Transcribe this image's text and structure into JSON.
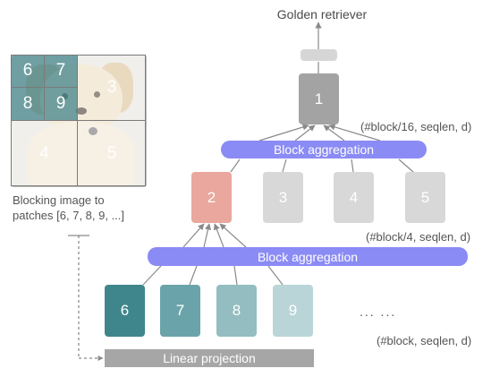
{
  "title": "Golden retriever",
  "image_panel": {
    "grid_labels": [
      "6",
      "7",
      "8",
      "9",
      "3",
      "4",
      "5"
    ],
    "caption_line1": "Blocking image to",
    "caption_line2": "patches [6, 7, 8, 9, ...]"
  },
  "top_block": {
    "label": "1",
    "shape_note": "(#block/16, seqlen, d)"
  },
  "aggregation_upper": {
    "label": "Block aggregation"
  },
  "mid_blocks": {
    "labels": [
      "2",
      "3",
      "4",
      "5"
    ],
    "shape_note": "(#block/4, seqlen, d)"
  },
  "aggregation_lower": {
    "label": "Block aggregation"
  },
  "bottom_blocks": {
    "labels": [
      "6",
      "7",
      "8",
      "9"
    ],
    "ellipsis": "... ...",
    "shape_note": "(#block, seqlen, d)"
  },
  "linear_projection": {
    "label": "Linear projection"
  },
  "colors": {
    "aggregation": "#8b8bf5",
    "highlight_block": "#e9a79e",
    "top_block": "#a3a3a3",
    "inactive_block": "#d8d8d8",
    "patch_teal": [
      "#3f868c",
      "#6aa4aa",
      "#93bdc1",
      "#b9d5d8"
    ]
  }
}
